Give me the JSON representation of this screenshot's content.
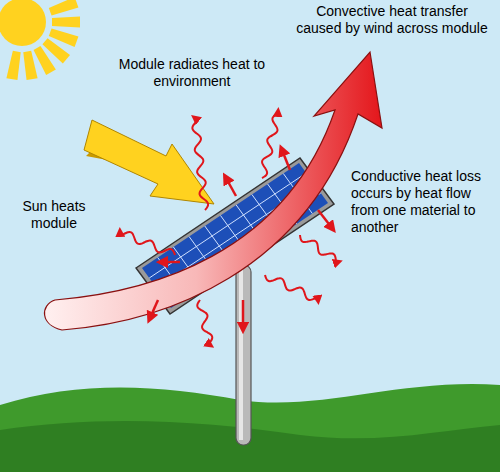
{
  "diagram": {
    "labels": [
      "Convective heat transfer caused by wind across module",
      "Module radiates heat to environment",
      "Sun heats module",
      "Conductive heat loss occurs by heat flow from one material to another"
    ]
  }
}
